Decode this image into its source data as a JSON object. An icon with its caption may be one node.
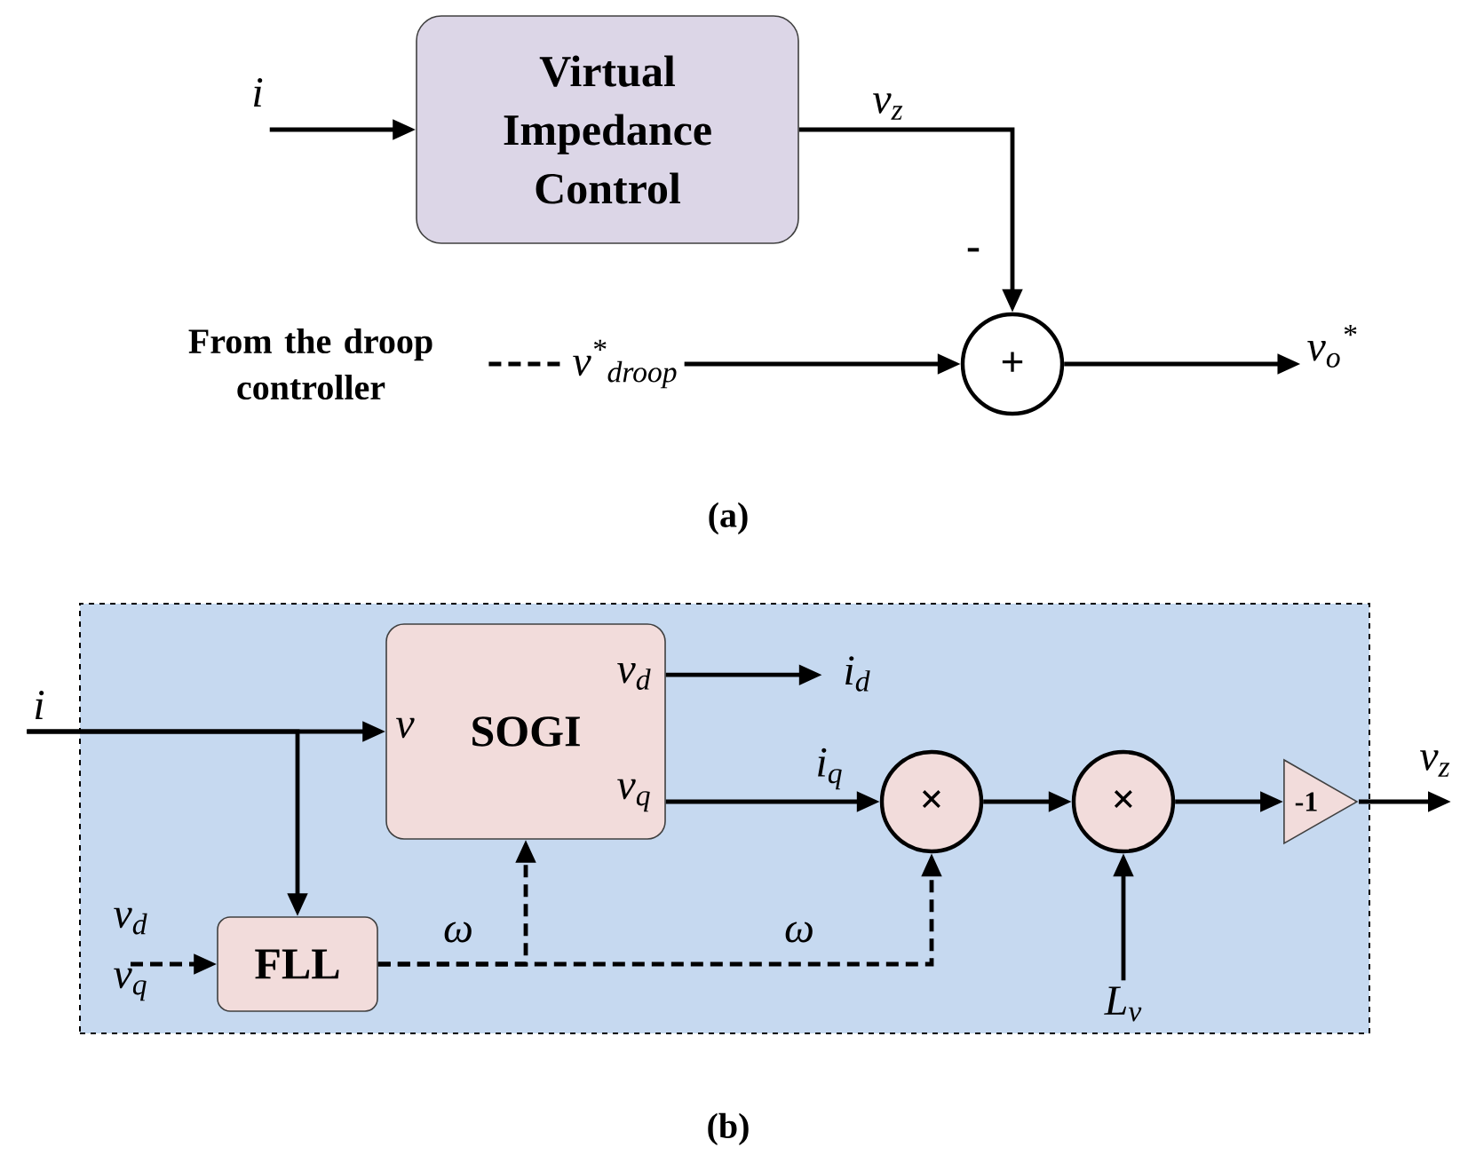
{
  "diagram": {
    "nodes": [
      {
        "text": [
          "Virtual Impedance Control"
        ]
      },
      {
        "text": [
          "+"
        ]
      },
      {
        "text": [
          "i"
        ]
      },
      {
        "text": [
          "From the droop controller"
        ]
      },
      {
        "text": [
          "v$^{*}$$_{droop}$"
        ]
      },
      {
        "text": [
          "v$_{o}$$^{*}$"
        ]
      },
      {
        "text": [],
        "shape": "box"
      },
      {
        "text": [
          "SOGI",
          "v",
          "v$_{d}$",
          "v$_{q}$"
        ],
        "in": 6
      },
      {
        "text": [
          "FLL"
        ],
        "in": 6
      },
      {
        "text": [
          "×"
        ],
        "in": 6
      },
      {
        "text": [
          "×"
        ],
        "in": 6
      },
      {
        "text": [
          "-1"
        ],
        "in": 6
      },
      {
        "text": [
          "i"
        ]
      },
      {
        "text": [
          "i$_{d}$"
        ],
        "in": 6
      },
      {
        "text": [
          "v$_{d}$",
          "v$_{q}$"
        ],
        "in": 6
      },
      {
        "text": [
          "L$_{v}$"
        ],
        "in": 6
      },
      {
        "text": [
          "v$_{z}$"
        ]
      }
    ],
    "edges": [
      {
        "from": 2,
        "to": 0,
        "arrow": "to"
      },
      {
        "from": 0,
        "to": 1,
        "arrow": "to",
        "label": "v$_{z}$"
      },
      {
        "from": 3,
        "to": 4,
        "arrow": "none",
        "style": "dashed"
      },
      {
        "from": 4,
        "to": 1,
        "arrow": "to"
      },
      {
        "from": 1,
        "to": 5,
        "arrow": "to"
      },
      {
        "from": 12,
        "to": 7,
        "arrow": "to"
      },
      {
        "from": 12,
        "to": 8,
        "arrow": "to"
      },
      {
        "from": 7,
        "to": 13,
        "arrow": "to"
      },
      {
        "from": 7,
        "to": 9,
        "arrow": "to",
        "label": "i$_{q}$"
      },
      {
        "from": 14,
        "to": 8,
        "arrow": "to",
        "style": "dashed"
      },
      {
        "from": 8,
        "to": 7,
        "arrow": "to",
        "style": "dashed",
        "label": "ω"
      },
      {
        "from": 8,
        "to": 9,
        "arrow": "to",
        "style": "dashed",
        "label": "ω"
      },
      {
        "from": 9,
        "to": 10,
        "arrow": "to"
      },
      {
        "from": 15,
        "to": 10,
        "arrow": "to"
      },
      {
        "from": 10,
        "to": 11,
        "arrow": "to"
      },
      {
        "from": 11,
        "to": 16,
        "arrow": "to"
      }
    ],
    "labels": [
      "-",
      "(a)",
      "(b)"
    ]
  }
}
